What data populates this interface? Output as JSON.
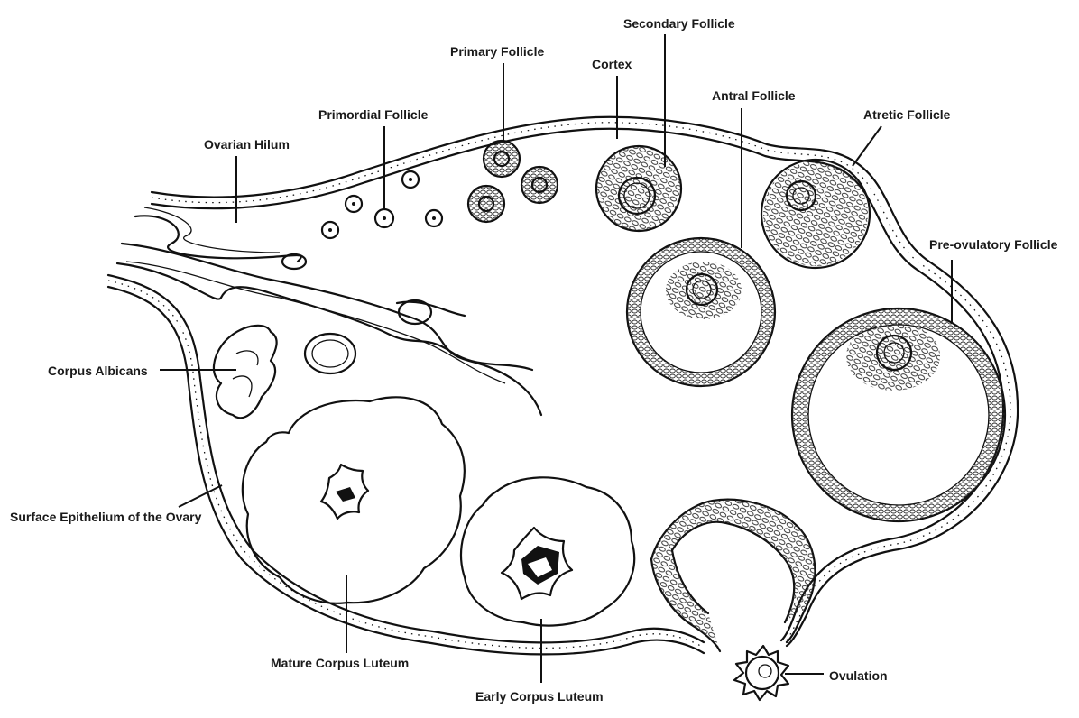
{
  "diagram": {
    "colors": {
      "ink": "#111111",
      "background": "#ffffff"
    },
    "labels": {
      "secondary_follicle": "Secondary Follicle",
      "primary_follicle": "Primary Follicle",
      "cortex": "Cortex",
      "antral_follicle": "Antral Follicle",
      "primordial_follicle": "Primordial Follicle",
      "atretic_follicle": "Atretic Follicle",
      "ovarian_hilum": "Ovarian Hilum",
      "pre_ovulatory_follicle": "Pre-ovulatory Follicle",
      "corpus_albicans": "Corpus Albicans",
      "surface_epithelium": "Surface Epithelium of the Ovary",
      "mature_corpus_luteum": "Mature Corpus Luteum",
      "early_corpus_luteum": "Early Corpus Luteum",
      "ovulation": "Ovulation"
    }
  }
}
